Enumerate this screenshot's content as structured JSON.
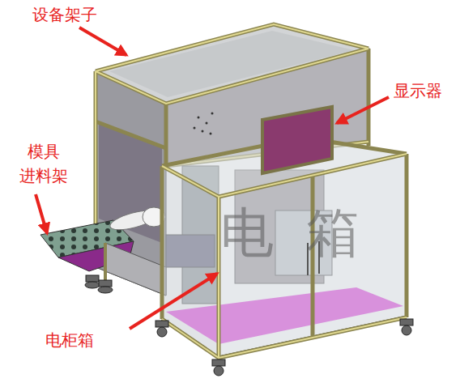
{
  "diagram": {
    "labels": [
      "设备架子",
      "显示器",
      "模具 进料架",
      "电柜箱",
      "电箱"
    ]
  }
}
